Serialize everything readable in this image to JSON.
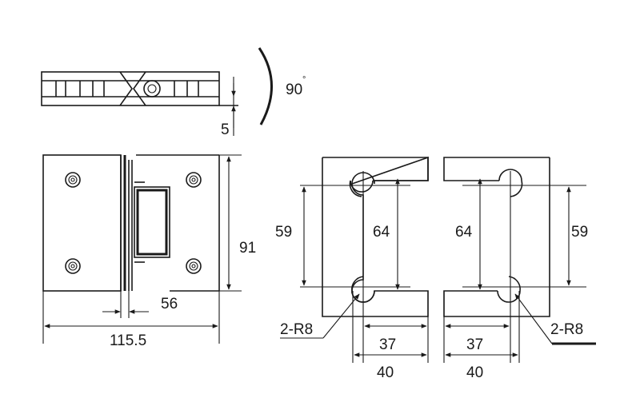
{
  "top_view": {
    "angle_label": "90",
    "degree_symbol": "°",
    "thickness_label": "5"
  },
  "front_view": {
    "height_label": "91",
    "gap_label": "56",
    "width_label": "115.5"
  },
  "cutout_left": {
    "hole_spacing_label": "59",
    "slot_label": "64",
    "radius_label": "2-R8",
    "depth_inner_label": "37",
    "depth_outer_label": "40"
  },
  "cutout_right": {
    "hole_spacing_label": "59",
    "slot_label": "64",
    "radius_label": "2-R8",
    "depth_inner_label": "37",
    "depth_outer_label": "40"
  }
}
